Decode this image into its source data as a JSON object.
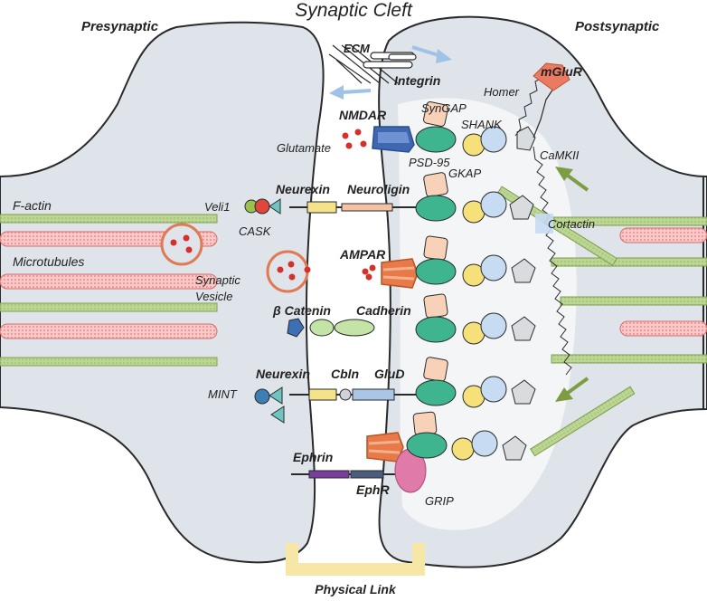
{
  "labels": {
    "title": "Synaptic Cleft",
    "presynaptic": "Presynaptic",
    "postsynaptic": "Postsynaptic",
    "ecm": "ECM",
    "integrin": "Integrin",
    "nmdar": "NMDAR",
    "glutamate": "Glutamate",
    "syngap": "SynGAP",
    "shank": "SHANK",
    "homer": "Homer",
    "mglur": "mGluR",
    "psd95": "PSD-95",
    "gkap": "GKAP",
    "camkii": "CaMKII",
    "factin": "F-actin",
    "veli1": "Veli1",
    "neurexin1": "Neurexin",
    "neuroligin": "Neuroligin",
    "cask": "CASK",
    "cortactin": "Cortactin",
    "microtubules": "Microtubules",
    "ampar": "AMPAR",
    "synaptic": "Synaptic",
    "vesicle": "Vesicle",
    "catenin": "β Catenin",
    "cadherin": "Cadherin",
    "neurexin2": "Neurexin",
    "cbln": "Cbln",
    "glud": "GluD",
    "mint": "MINT",
    "ephrin": "Ephrin",
    "ephr": "EphR",
    "grip": "GRIP",
    "physical_link": "Physical Link"
  },
  "colors": {
    "membrane": "#dfe3ea",
    "membrane_stroke": "#2a2a2a",
    "psd_glow": "#f4f6f8",
    "actin": "#b6d08a",
    "actin_stroke": "#7fa04e",
    "microtubule": "#f6c4c4",
    "microtubule_stroke": "#d86a6a",
    "psd95": "#3fb58f",
    "syngap": "#f8d2b8",
    "gkap": "#f6e07a",
    "shank": "#c7dcf2",
    "homer": "#d9dcdf",
    "nmdar": "#3f68b0",
    "ampar": "#e87a4a",
    "glutamate": "#d6302a",
    "mglur": "#ea7a62",
    "grip": "#e07aa8",
    "physical_link": "#f7e7a6",
    "arrow_blue": "#9fc3e6",
    "arrow_green": "#7e9d42",
    "vesicle_ring": "#e07a55"
  },
  "icons": [
    "vesicle-icon",
    "arrow-icon",
    "receptor-icon",
    "scaffold-icon",
    "actin-filament-icon",
    "microtubule-icon"
  ]
}
